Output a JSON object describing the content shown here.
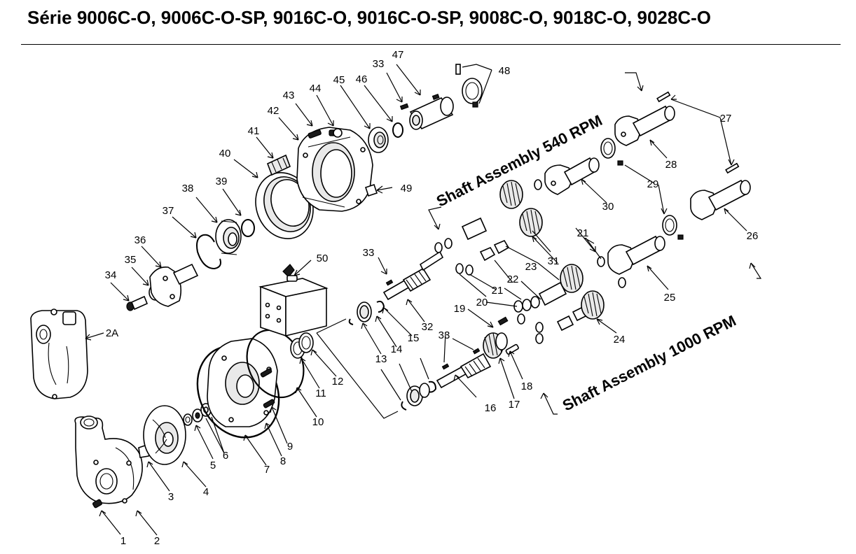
{
  "title": "Série 9006C-O,    9006C-O-SP, 9016C-O, 9016C-O-SP, 9008C-O, 9018C-O, 9028C-O",
  "assembly_labels": {
    "rpm540": "Shaft Assembly 540 RPM",
    "rpm1000": "Shaft Assembly 1000 RPM"
  },
  "callouts": [
    {
      "id": "1",
      "label": "1"
    },
    {
      "id": "2",
      "label": "2"
    },
    {
      "id": "2A",
      "label": "2A"
    },
    {
      "id": "3",
      "label": "3"
    },
    {
      "id": "4",
      "label": "4"
    },
    {
      "id": "5",
      "label": "5"
    },
    {
      "id": "6",
      "label": "6"
    },
    {
      "id": "7",
      "label": "7"
    },
    {
      "id": "8",
      "label": "8"
    },
    {
      "id": "9",
      "label": "9"
    },
    {
      "id": "10",
      "label": "10"
    },
    {
      "id": "11",
      "label": "11"
    },
    {
      "id": "12",
      "label": "12"
    },
    {
      "id": "13a",
      "label": "13"
    },
    {
      "id": "13b",
      "label": "13"
    },
    {
      "id": "14a",
      "label": "14"
    },
    {
      "id": "14b",
      "label": "14"
    },
    {
      "id": "15a",
      "label": "15"
    },
    {
      "id": "15b",
      "label": "15"
    },
    {
      "id": "16",
      "label": "16"
    },
    {
      "id": "17",
      "label": "17"
    },
    {
      "id": "18",
      "label": "18"
    },
    {
      "id": "19",
      "label": "19"
    },
    {
      "id": "20a",
      "label": "20"
    },
    {
      "id": "20b",
      "label": "20"
    },
    {
      "id": "21a",
      "label": "21"
    },
    {
      "id": "21b",
      "label": "21"
    },
    {
      "id": "22",
      "label": "22"
    },
    {
      "id": "23",
      "label": "23"
    },
    {
      "id": "24",
      "label": "24"
    },
    {
      "id": "25",
      "label": "25"
    },
    {
      "id": "26",
      "label": "26"
    },
    {
      "id": "27",
      "label": "27"
    },
    {
      "id": "28",
      "label": "28"
    },
    {
      "id": "29",
      "label": "29"
    },
    {
      "id": "30",
      "label": "30"
    },
    {
      "id": "31",
      "label": "31"
    },
    {
      "id": "32",
      "label": "32"
    },
    {
      "id": "33a",
      "label": "33"
    },
    {
      "id": "33b",
      "label": "33"
    },
    {
      "id": "33c",
      "label": "33"
    },
    {
      "id": "34",
      "label": "34"
    },
    {
      "id": "35",
      "label": "35"
    },
    {
      "id": "36",
      "label": "36"
    },
    {
      "id": "37",
      "label": "37"
    },
    {
      "id": "38",
      "label": "38"
    },
    {
      "id": "39",
      "label": "39"
    },
    {
      "id": "40",
      "label": "40"
    },
    {
      "id": "41",
      "label": "41"
    },
    {
      "id": "42",
      "label": "42"
    },
    {
      "id": "43",
      "label": "43"
    },
    {
      "id": "44",
      "label": "44"
    },
    {
      "id": "45",
      "label": "45"
    },
    {
      "id": "46",
      "label": "46"
    },
    {
      "id": "47",
      "label": "47"
    },
    {
      "id": "48",
      "label": "48"
    },
    {
      "id": "49",
      "label": "49"
    },
    {
      "id": "50",
      "label": "50"
    }
  ]
}
